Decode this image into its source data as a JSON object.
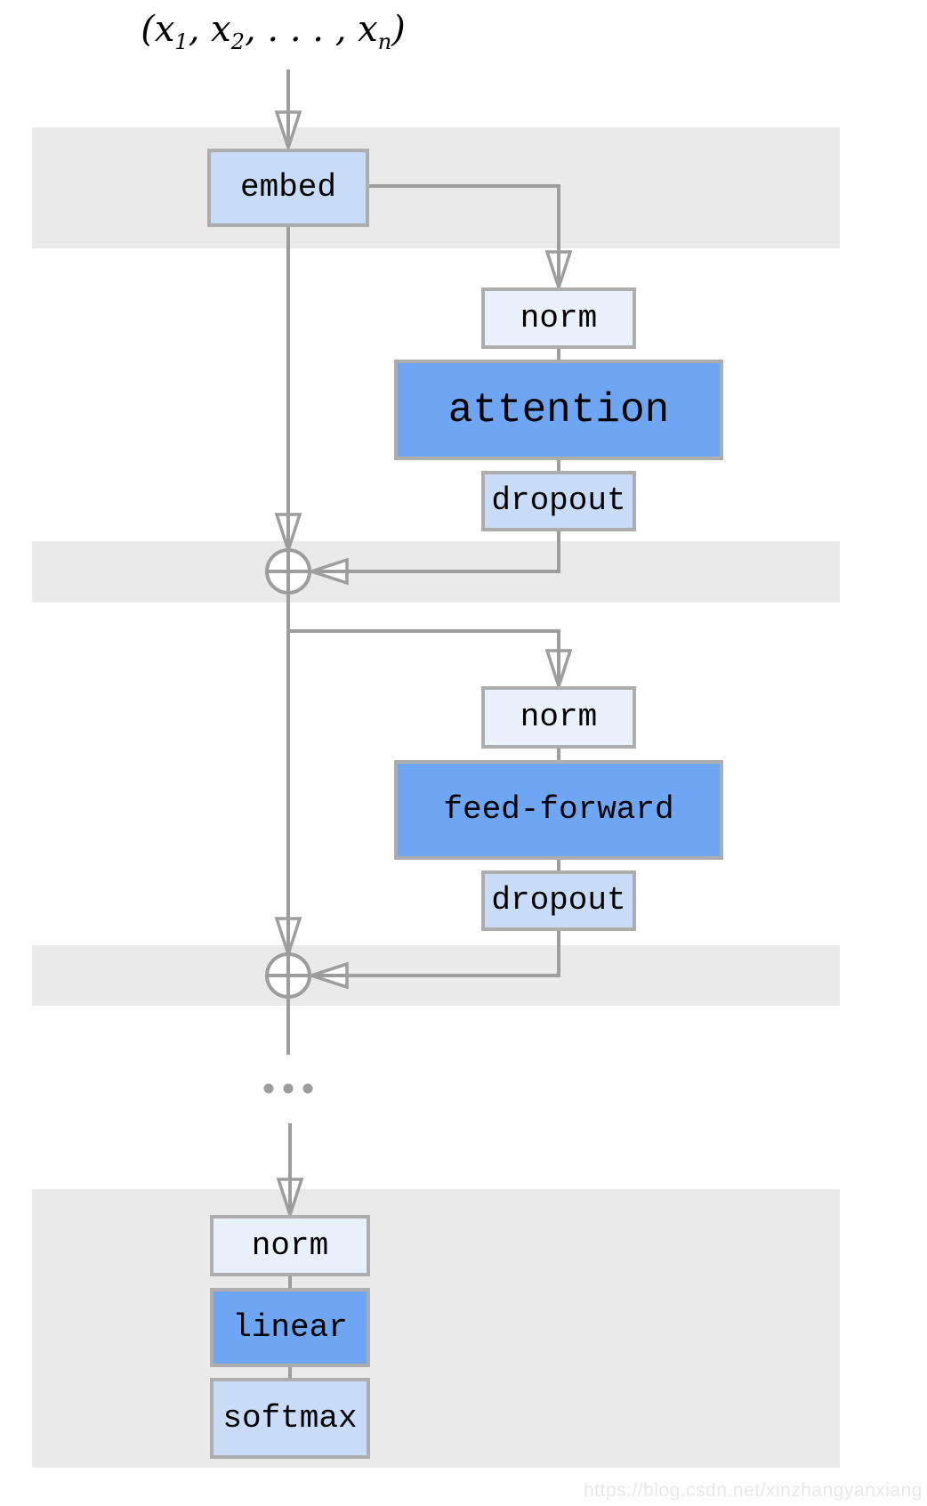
{
  "formula": {
    "p1": "(x",
    "s1": "1",
    "p2": ", x",
    "s2": "2",
    "p3": ", . . . , x",
    "s3": "n",
    "p4": ")"
  },
  "blocks": {
    "embed": {
      "label": "embed"
    },
    "norm1": {
      "label": "norm"
    },
    "attention": {
      "label": "attention"
    },
    "dropout1": {
      "label": "dropout"
    },
    "norm2": {
      "label": "norm"
    },
    "feed_forward": {
      "label": "feed-forward"
    },
    "dropout2": {
      "label": "dropout"
    },
    "norm3": {
      "label": "norm"
    },
    "linear": {
      "label": "linear"
    },
    "softmax": {
      "label": "softmax"
    }
  },
  "operators": {
    "residual_add": "⊕",
    "ellipsis": ". . ."
  },
  "colors": {
    "medium": "#6fa6f3",
    "light": "#c8dcf8",
    "pale": "#e9f1fc",
    "band": "#eaeaea",
    "line": "#9d9d9d",
    "border": "#adadad",
    "watermark": "#e8e8e8",
    "text": "#000000"
  },
  "watermark": {
    "text": "https://blog.csdn.net/xinzhangyanxiang"
  }
}
